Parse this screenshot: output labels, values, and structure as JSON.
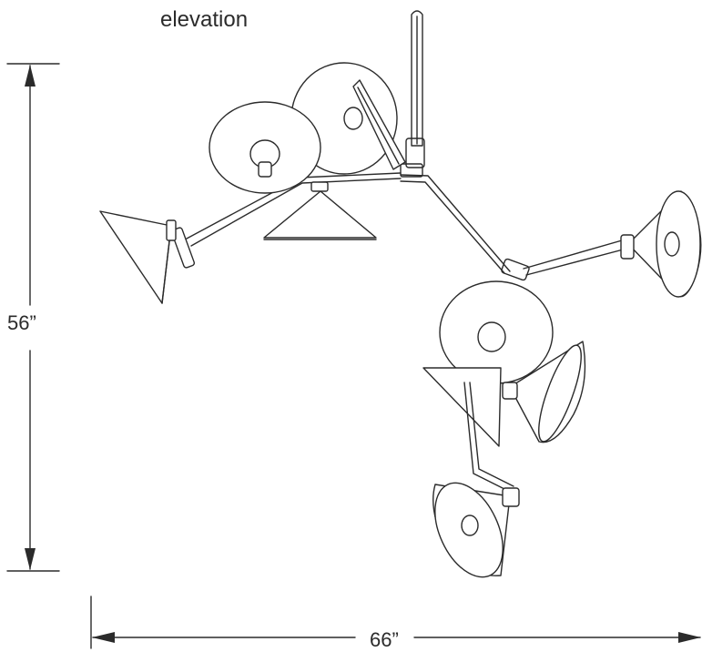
{
  "title": "elevation",
  "dimensions": {
    "height": "56”",
    "width": "66”"
  },
  "colors": {
    "line": "#2b2b2b",
    "background": "#ffffff"
  }
}
